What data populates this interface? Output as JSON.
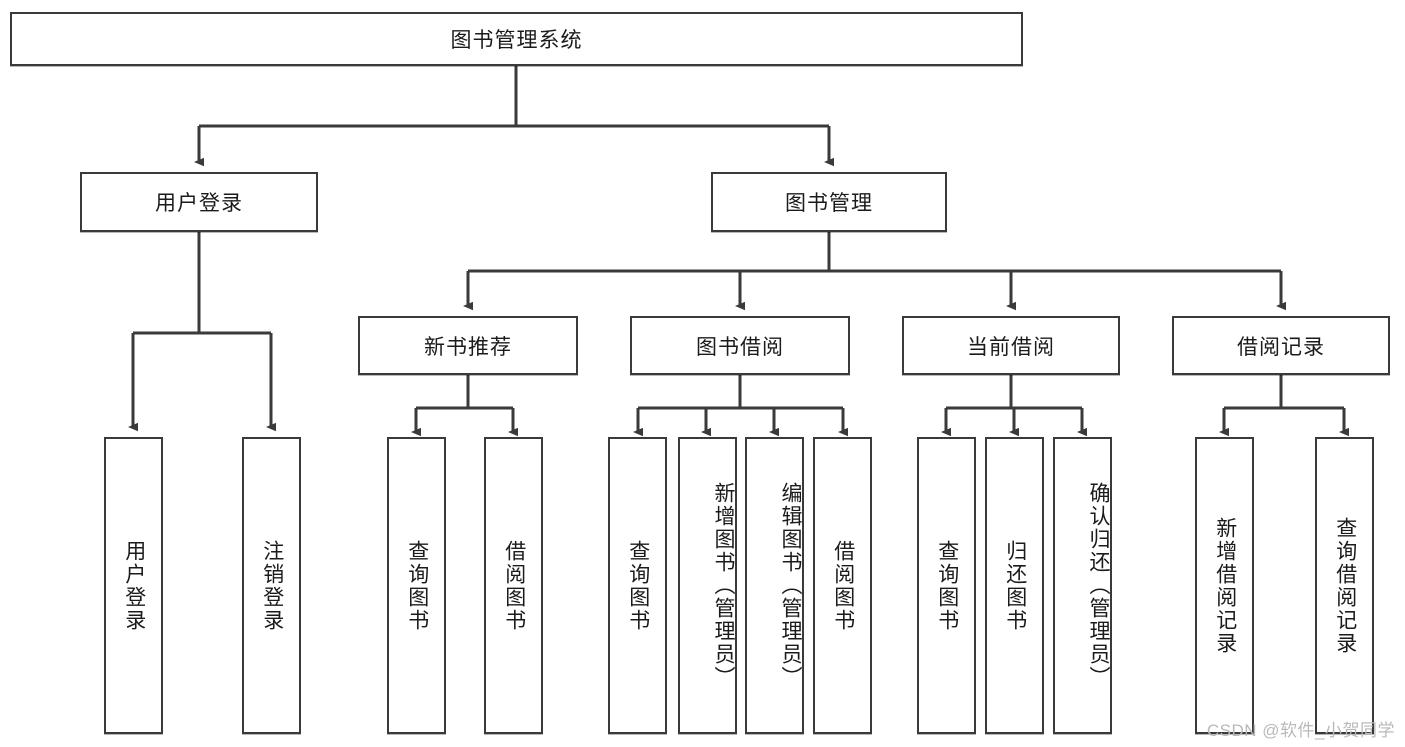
{
  "diagram": {
    "type": "tree",
    "title": "图书管理系统",
    "style": {
      "box_fill": "#ffffff",
      "box_stroke": "#3a3a3a",
      "edge_stroke": "#3a3a3a",
      "text_color": "#1b1b1b",
      "background": "#ffffff",
      "watermark_color": "#b9b9b9"
    },
    "root": {
      "label": "图书管理系统"
    },
    "level1": [
      {
        "label": "用户登录"
      },
      {
        "label": "图书管理"
      }
    ],
    "level2": [
      {
        "label": "新书推荐"
      },
      {
        "label": "图书借阅"
      },
      {
        "label": "当前借阅"
      },
      {
        "label": "借阅记录"
      }
    ],
    "leaves": {
      "user_login": [
        {
          "label": "用户登录"
        },
        {
          "label": "注销登录"
        }
      ],
      "new_book_recommend": [
        {
          "label": "查询图书"
        },
        {
          "label": "借阅图书"
        }
      ],
      "book_borrow": [
        {
          "label": "查询图书"
        },
        {
          "label": "新增图书（管理员）"
        },
        {
          "label": "编辑图书（管理员）"
        },
        {
          "label": "借阅图书"
        }
      ],
      "current_borrow": [
        {
          "label": "查询图书"
        },
        {
          "label": "归还图书"
        },
        {
          "label": "确认归还（管理员）"
        }
      ],
      "borrow_record": [
        {
          "label": "新增借阅记录"
        },
        {
          "label": "查询借阅记录"
        }
      ]
    }
  },
  "watermark": {
    "text": "CSDN @软件_小贺同学"
  }
}
